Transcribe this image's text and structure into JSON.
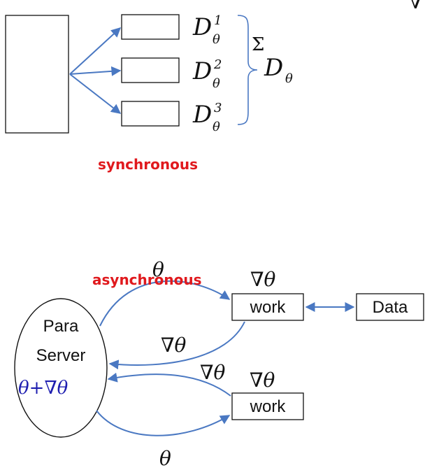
{
  "colors": {
    "arrow": "#4a78c2",
    "accent_red": "#e0191d",
    "formula_blue": "#1f1fb0"
  },
  "sync": {
    "partial_base": "D",
    "partial_sub": "θ",
    "workers": [
      "1",
      "2",
      "3"
    ],
    "sum_symbol": "Σ",
    "sum_base": "D",
    "sum_sub": "θ",
    "label": "synchronous",
    "corner_glyph": "∇"
  },
  "async": {
    "label": "asynchronous",
    "server_line1": "Para",
    "server_line2": "Server",
    "server_update_theta": "θ",
    "server_update_plus": "+",
    "server_update_grad": "∇θ",
    "worker_label": "work",
    "data_label": "Data",
    "theta": "θ",
    "grad": "∇θ"
  }
}
